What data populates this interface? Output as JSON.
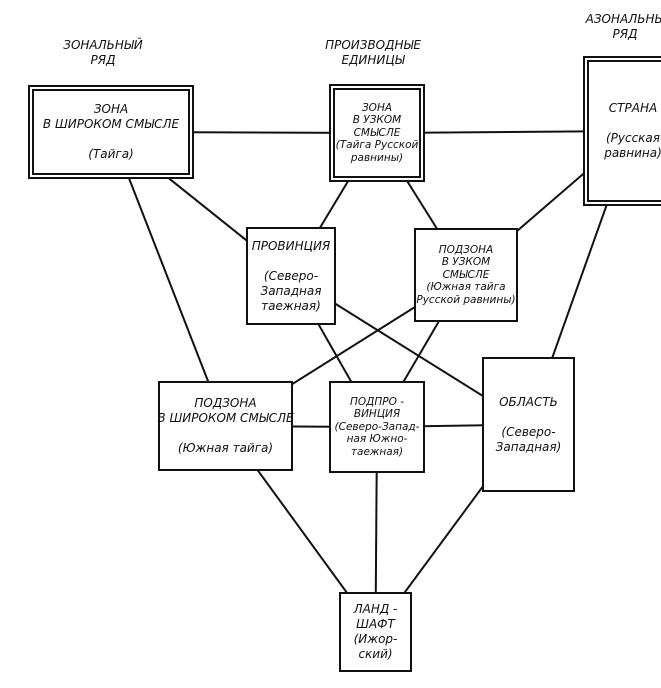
{
  "headers": {
    "zonal": "ЗОНАЛЬНЫЙ\nРЯД",
    "derived": "ПРОИЗВОДНЫЕ\nЕДИНИЦЫ",
    "azonal": "АЗОНАЛЬНЫ\nРЯД"
  },
  "nodes": {
    "zone_broad": "ЗОНА\nВ ШИРОКОМ СМЫСЛЕ\n\n(Тайга)",
    "zone_narrow": "ЗОНА\nВ УЗКОМ\nСМЫСЛЕ\n(Тайга Русской\nравнины)",
    "country": "СТРАНА\n\n(Русская\nравнина)",
    "province": "ПРОВИНЦИЯ\n\n(Северо-\nЗападная\nтаежная)",
    "subzone_narrow": "ПОДЗОНА\nВ УЗКОМ\nСМЫСЛЕ\n(Южная тайга\nРусской равнины)",
    "subzone_broad": "ПОДЗОНА\nВ ШИРОКОМ СМЫСЛЕ\n\n(Южная тайга)",
    "subprovince": "ПОДПРО -\nВИНЦИЯ\n(Северо-Запад-\nная Южно-\nтаежная)",
    "region": "ОБЛАСТЬ\n\n(Северо-\nЗападная)",
    "landscape": "ЛАНД -\nШАФТ\n(Ижор-\nский)"
  },
  "edges": [
    [
      "zone_broad",
      "zone_narrow"
    ],
    [
      "zone_narrow",
      "country"
    ],
    [
      "zone_broad",
      "province"
    ],
    [
      "zone_broad",
      "subzone_broad"
    ],
    [
      "zone_narrow",
      "province"
    ],
    [
      "zone_narrow",
      "subzone_narrow"
    ],
    [
      "country",
      "subzone_narrow"
    ],
    [
      "country",
      "region"
    ],
    [
      "province",
      "subprovince"
    ],
    [
      "province",
      "region"
    ],
    [
      "subzone_narrow",
      "subzone_broad"
    ],
    [
      "subzone_narrow",
      "subprovince"
    ],
    [
      "subzone_broad",
      "subprovince"
    ],
    [
      "subprovince",
      "region"
    ],
    [
      "subzone_broad",
      "landscape"
    ],
    [
      "subprovince",
      "landscape"
    ],
    [
      "region",
      "landscape"
    ]
  ]
}
